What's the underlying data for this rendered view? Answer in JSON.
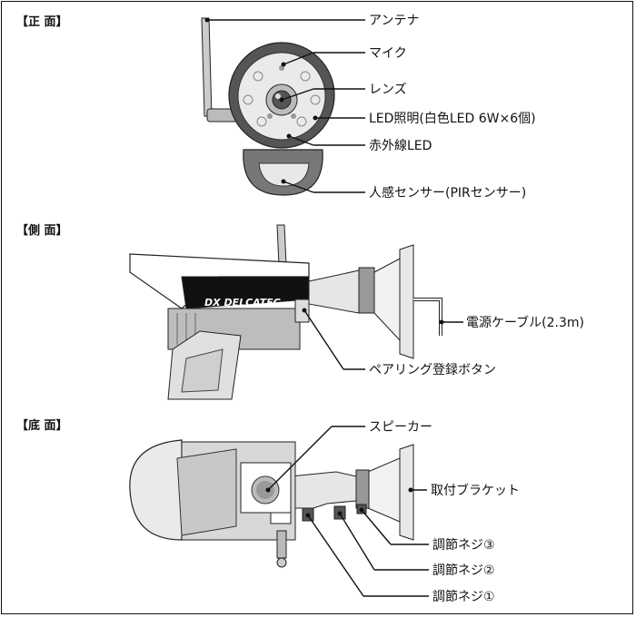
{
  "sections": {
    "front": "【正 面】",
    "side": "【側 面】",
    "bottom": "【底 面】"
  },
  "front_labels": {
    "antenna": "アンテナ",
    "mic": "マイク",
    "lens": "レンズ",
    "led": "LED照明(白色LED 6W×6個)",
    "ir_led": "赤外線LED",
    "pir": "人感センサー(PIRセンサー)"
  },
  "side_labels": {
    "power_cable": "電源ケーブル(2.3m)",
    "pairing_button": "ペアリング登録ボタン",
    "brand_logo": "DX DELCATEC"
  },
  "bottom_labels": {
    "speaker": "スピーカー",
    "bracket": "取付ブラケット",
    "screw3": "調節ネジ③",
    "screw2": "調節ネジ②",
    "screw1": "調節ネジ①"
  }
}
